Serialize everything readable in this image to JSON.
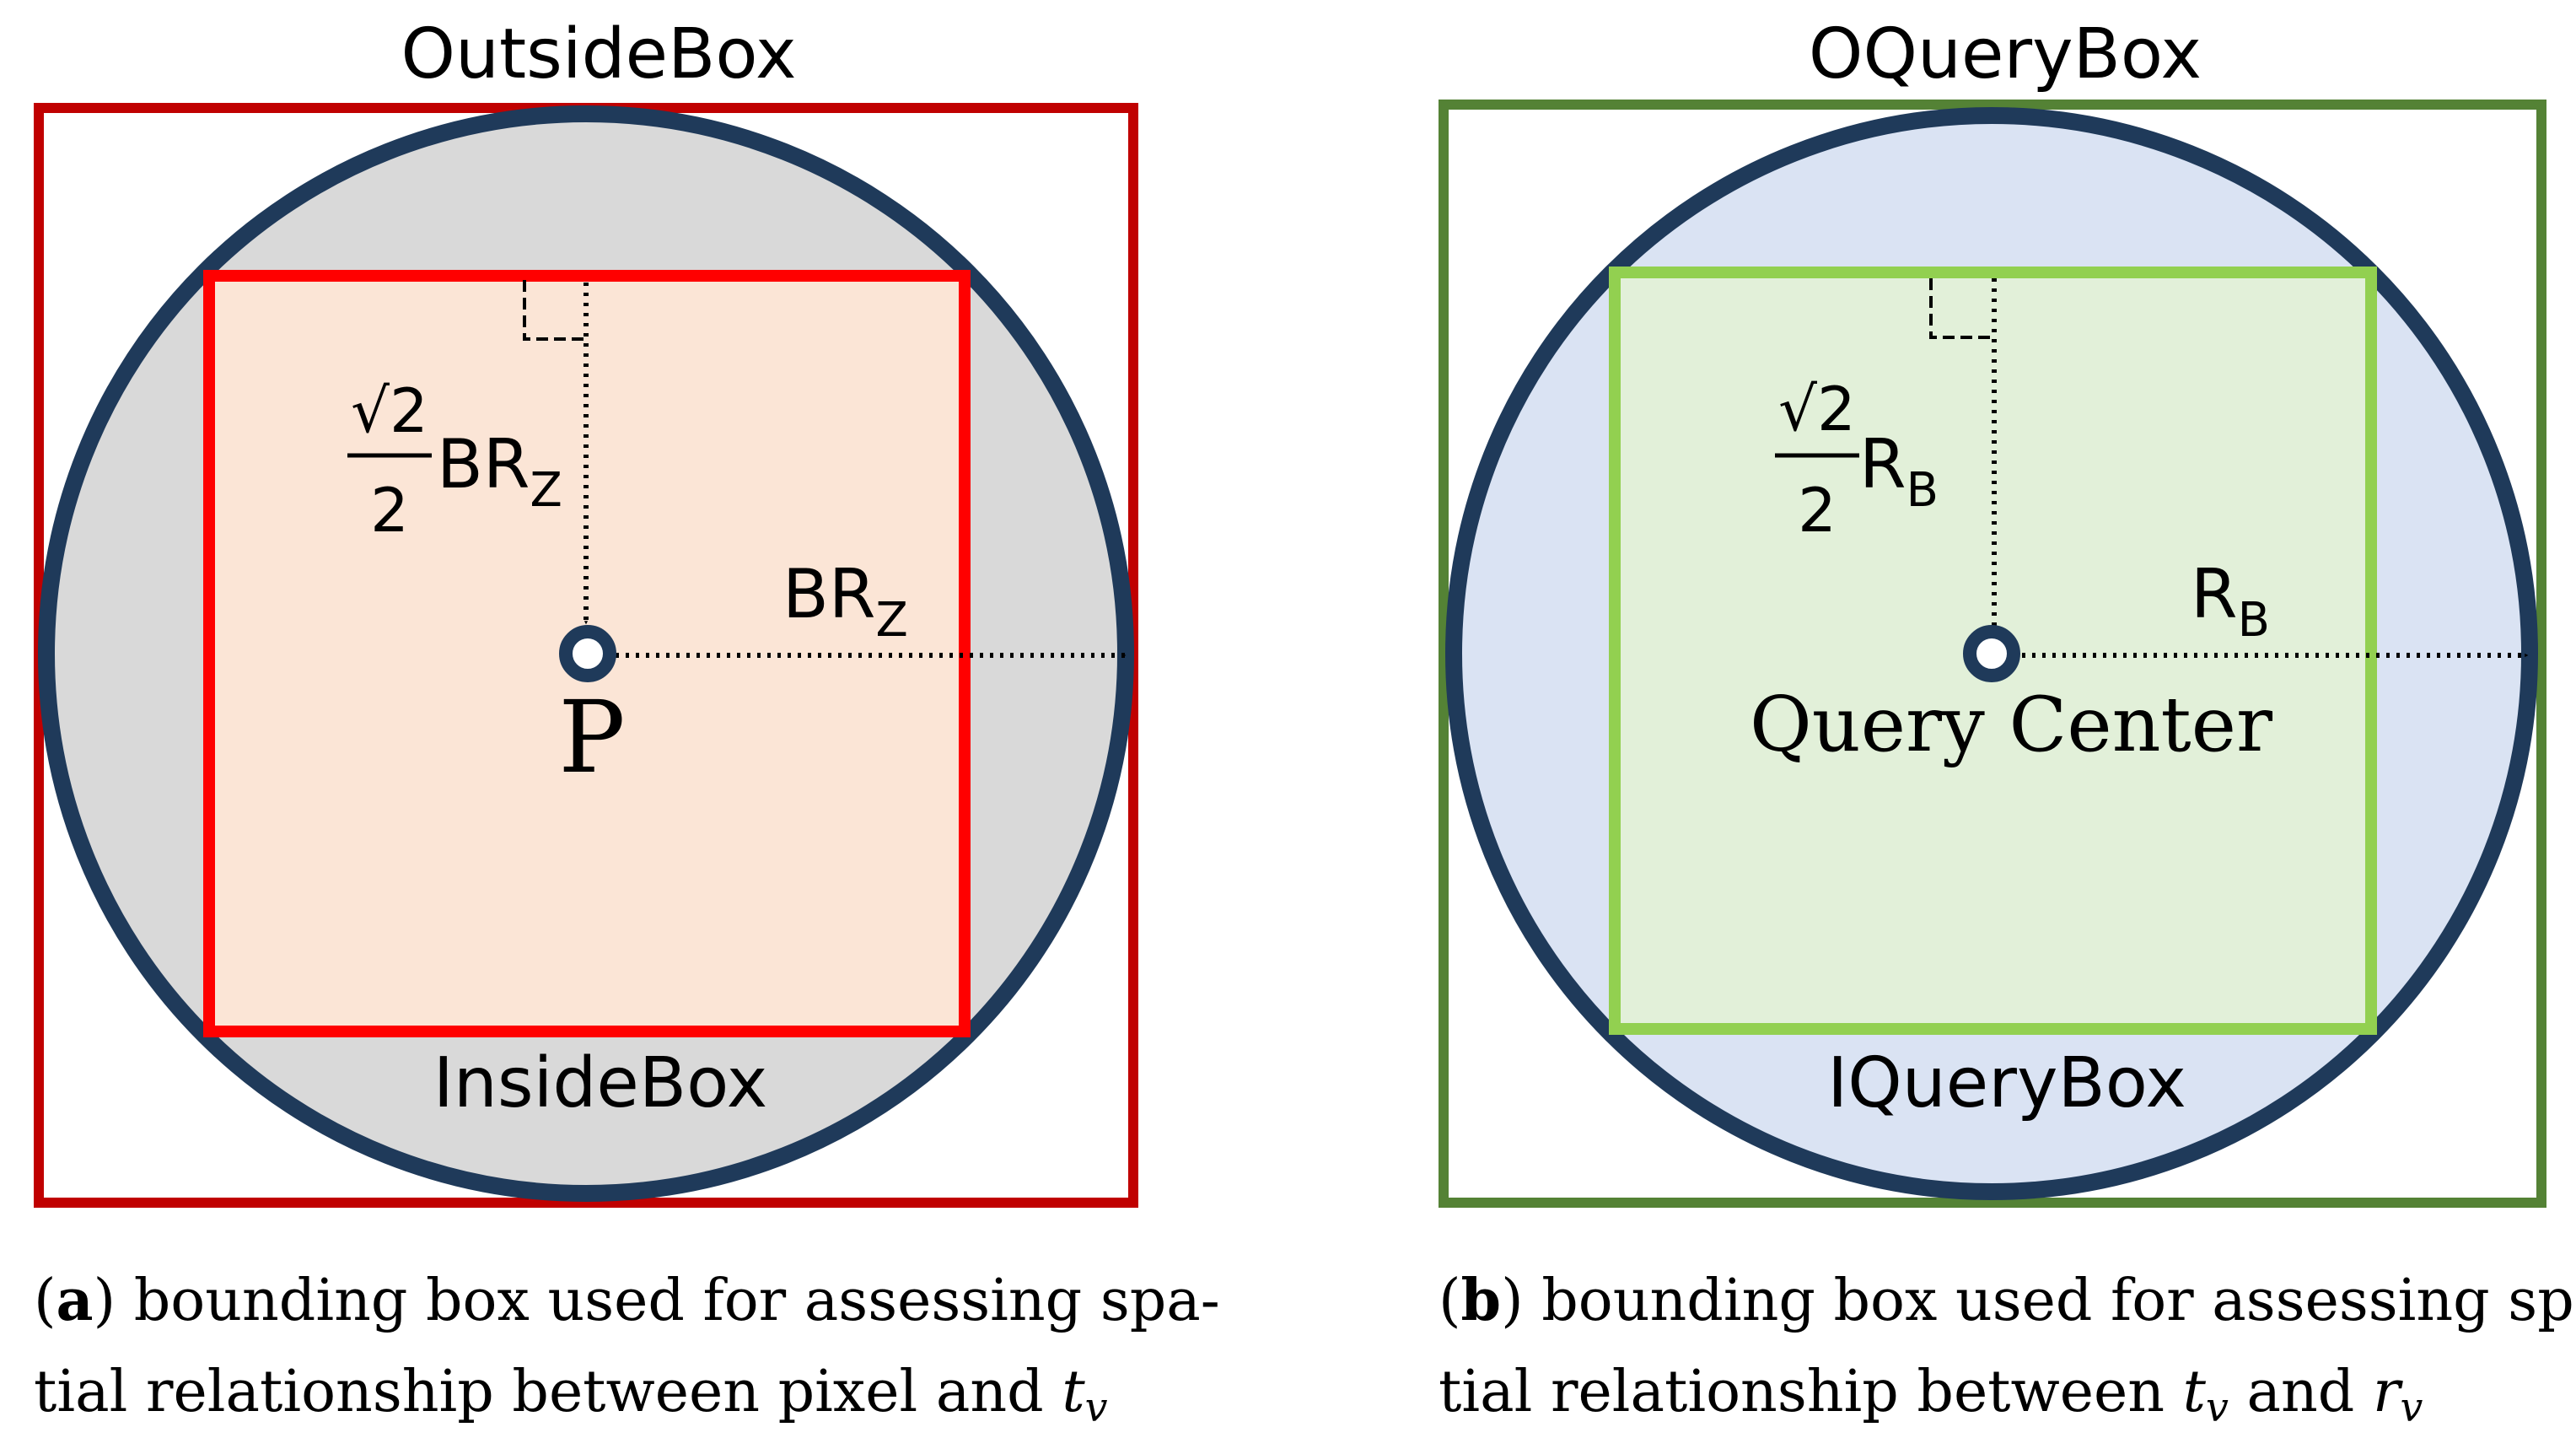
{
  "colors": {
    "circle_stroke": "#1f3a5a",
    "panel_a_outer": "#c00000",
    "panel_a_inner": "#ff0000",
    "panel_a_circle_fill": "#d9d9d9",
    "panel_a_square_fill": "#fbe5d6",
    "panel_b_outer": "#548235",
    "panel_b_inner": "#92d050",
    "panel_b_circle_fill": "#dae3f3",
    "panel_b_square_fill": "#e2f0d9"
  },
  "panel_a": {
    "outer_label": "OutsideBox",
    "inner_label": "InsideBox",
    "center_label": "P",
    "half_diag_label": {
      "sqrt": "√2",
      "denominator": "2",
      "symbol": "BR",
      "subscript": "Z"
    },
    "radius_label": {
      "symbol": "BR",
      "subscript": "Z"
    },
    "caption": {
      "letter": "a",
      "line1": "bounding box used for assessing spa-",
      "line2": "tial relationship between pixel and",
      "var_t": "t",
      "var_t_sub": "v"
    }
  },
  "panel_b": {
    "outer_label": "OQueryBox",
    "inner_label": "IQueryBox",
    "center_label": "Query Center",
    "half_diag_label": {
      "sqrt": "√2",
      "denominator": "2",
      "symbol": "R",
      "subscript": "B"
    },
    "radius_label": {
      "symbol": "R",
      "subscript": "B"
    },
    "caption": {
      "letter": "b",
      "line1": "bounding box used for assessing spa-",
      "line2_pre": "tial relationship between",
      "var_t": "t",
      "var_t_sub": "v",
      "line2_mid": "and",
      "var_r": "r",
      "var_r_sub": "v"
    }
  }
}
